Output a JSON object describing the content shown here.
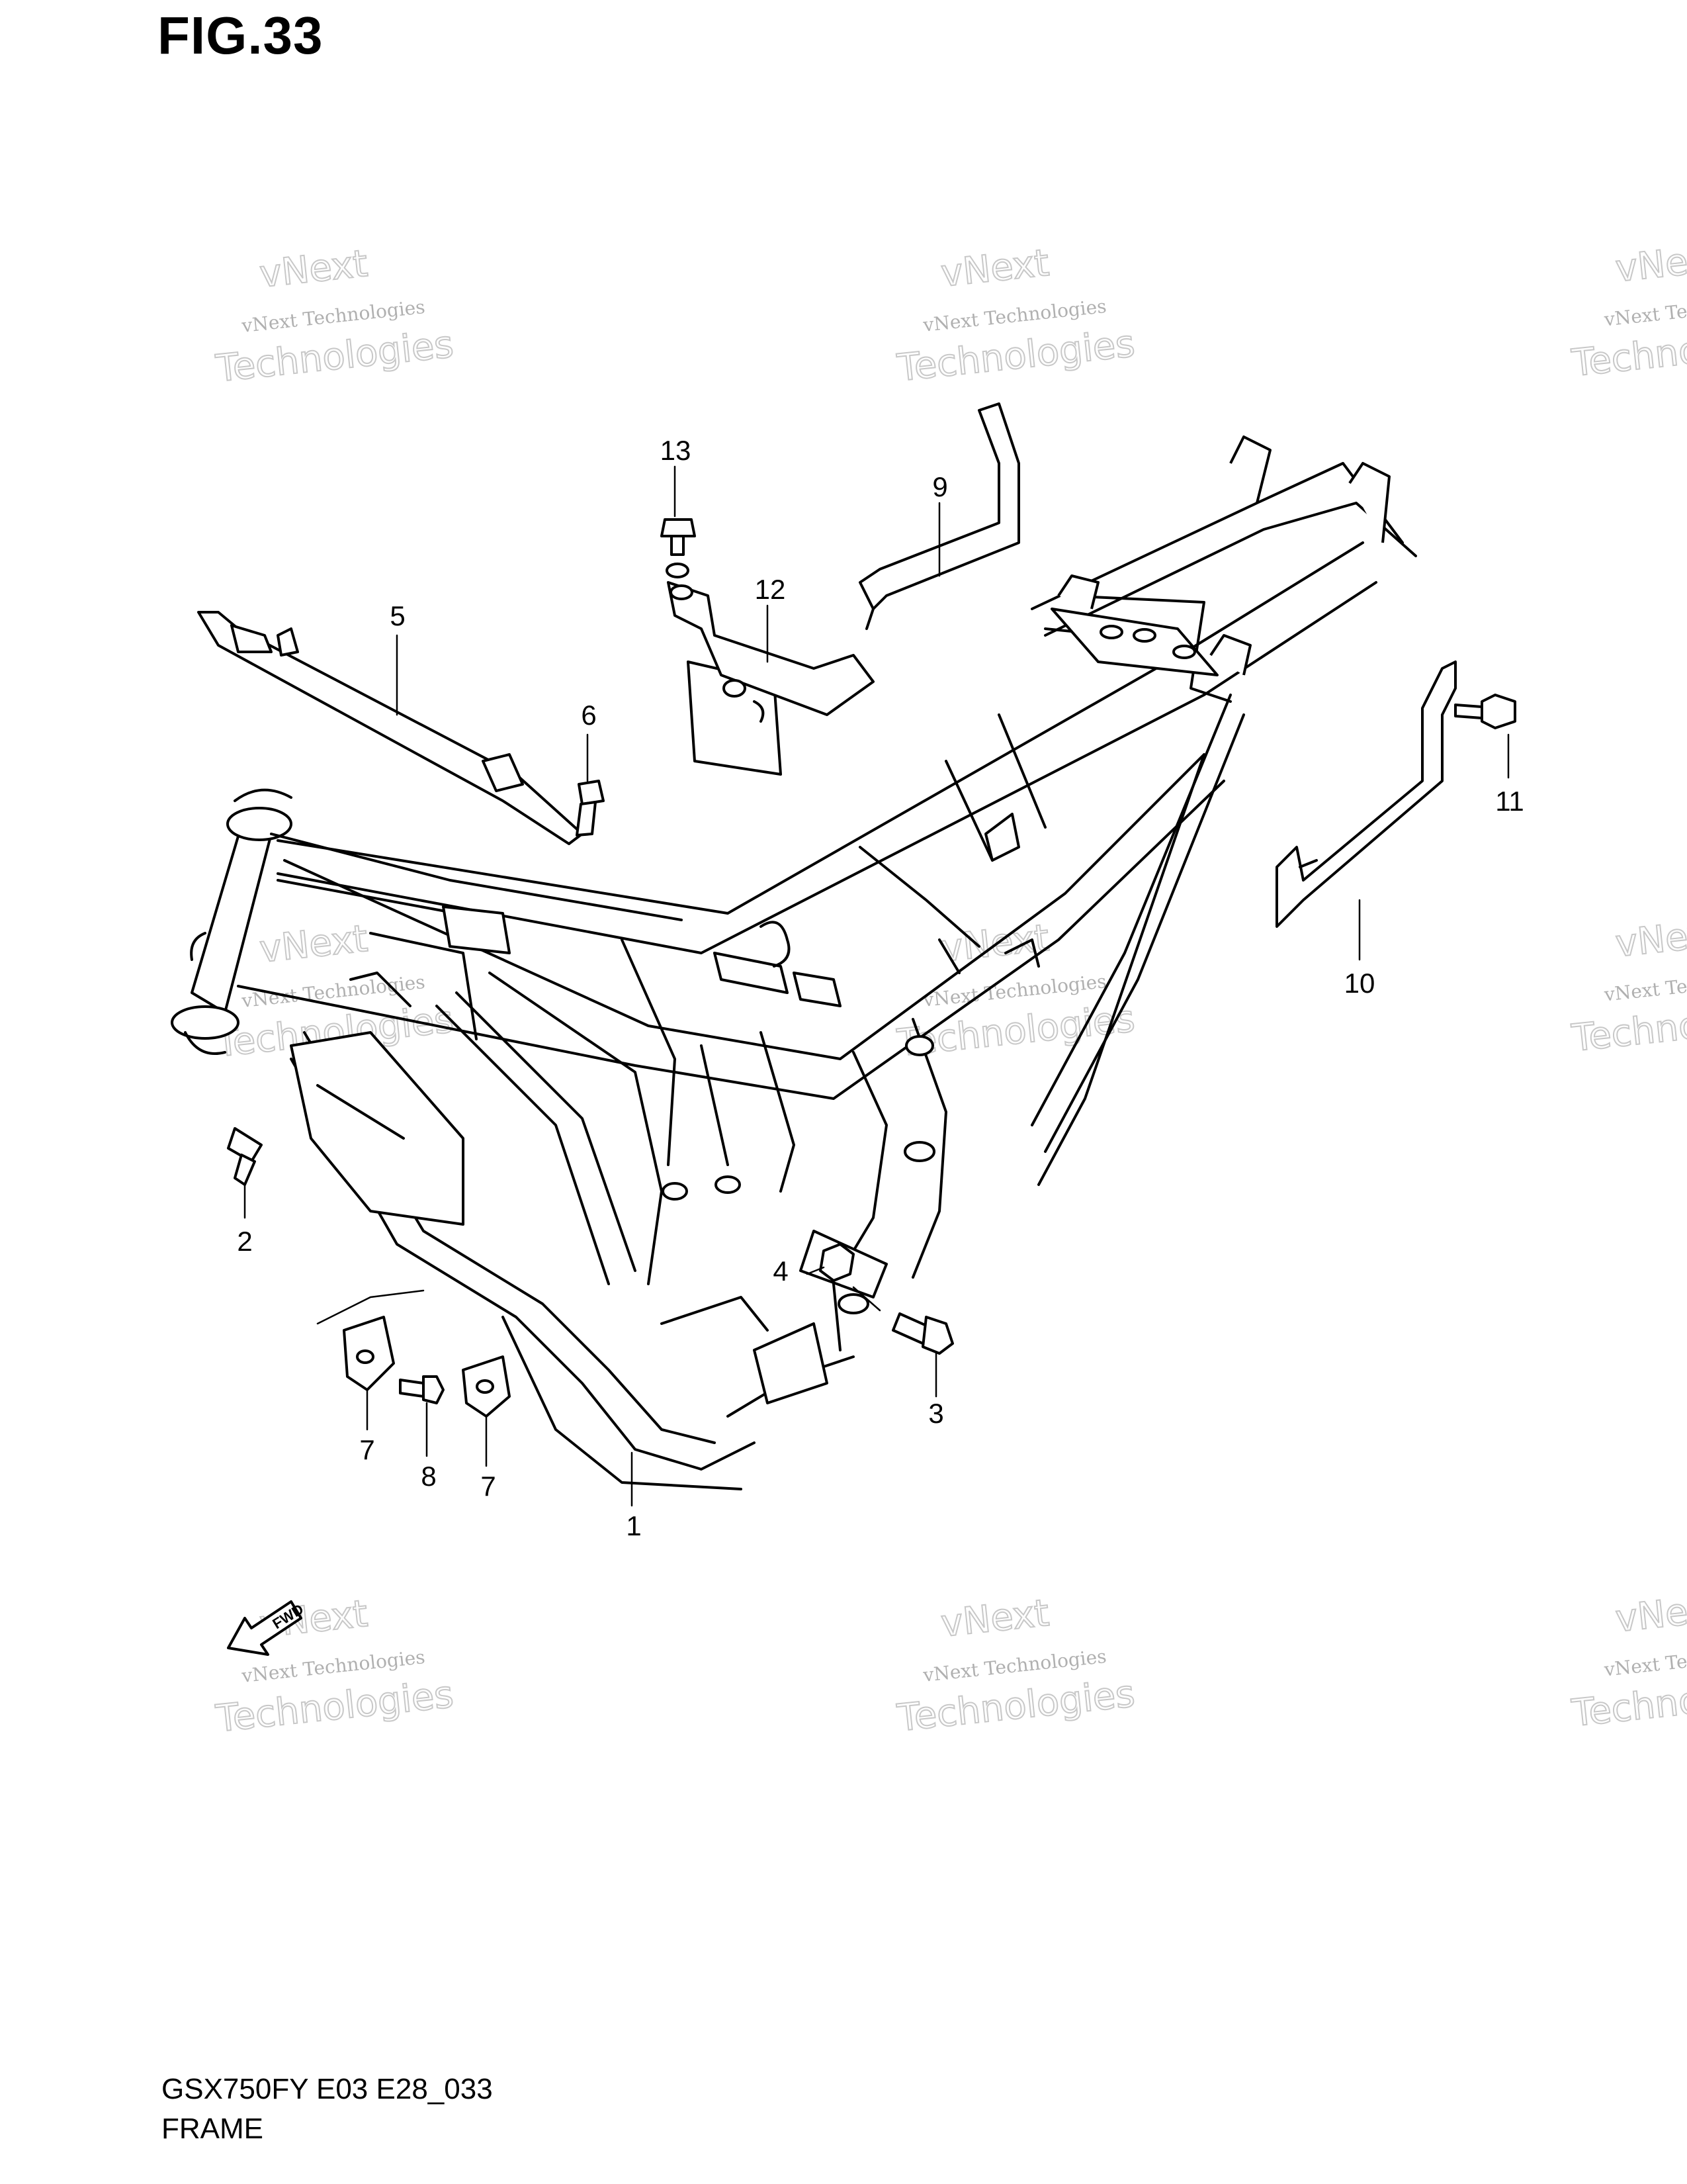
{
  "figure": {
    "title": "FIG.33"
  },
  "footer": {
    "model_code": "GSX750FY E03 E28_033",
    "section_name": "FRAME"
  },
  "watermark": {
    "line1": "vNext Technologies",
    "line2": "vNext",
    "line3": "Technologies"
  },
  "forward_arrow": {
    "label": "FWD"
  },
  "callouts": [
    "1",
    "2",
    "3",
    "4",
    "5",
    "6",
    "7",
    "7",
    "8",
    "9",
    "10",
    "11",
    "12",
    "13"
  ]
}
